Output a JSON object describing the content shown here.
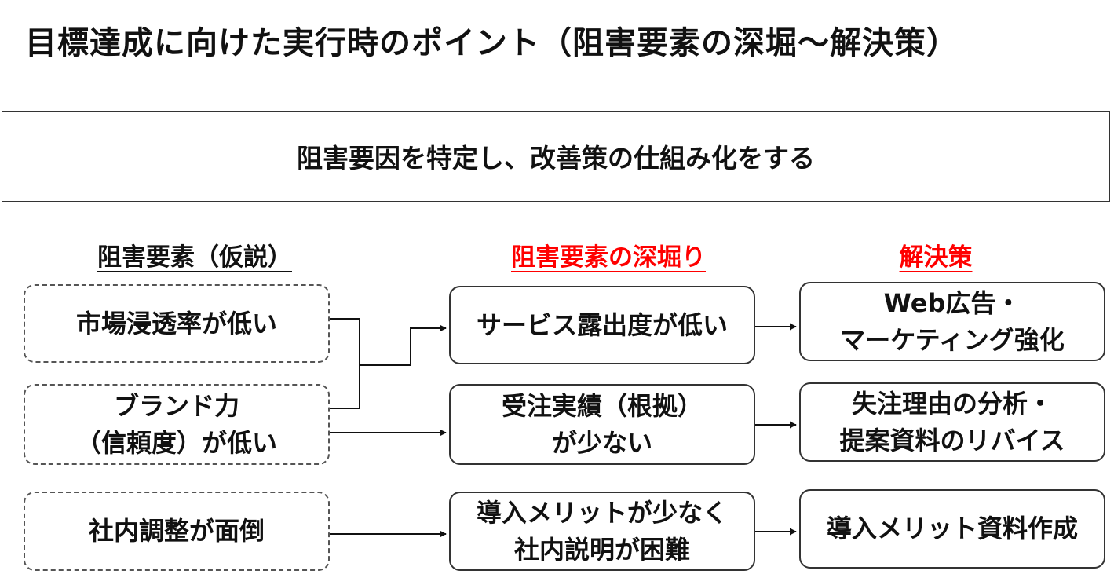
{
  "title": "目標達成に向けた実行時のポイント（阻害要素の深堀～解決策）",
  "summary": "阻害要因を特定し、改善策の仕組み化をする",
  "headers": {
    "hypothesis": "阻害要素（仮説）",
    "deep_dive": "阻害要素の深堀り",
    "solution": "解決策"
  },
  "colors": {
    "text": "#111111",
    "accent_red": "#ff0000",
    "border": "#333333"
  },
  "hypotheses": [
    "市場浸透率が低い",
    "ブランド力\n（信頼度）が低い",
    "社内調整が面倒"
  ],
  "deep_dives": [
    "サービス露出度が低い",
    "受注実績（根拠）\nが少ない",
    "導入メリットが少なく\n社内説明が困難"
  ],
  "solutions": [
    "Web広告・\nマーケティング強化",
    "失注理由の分析・\n提案資料のリバイス",
    "導入メリット資料作成"
  ]
}
